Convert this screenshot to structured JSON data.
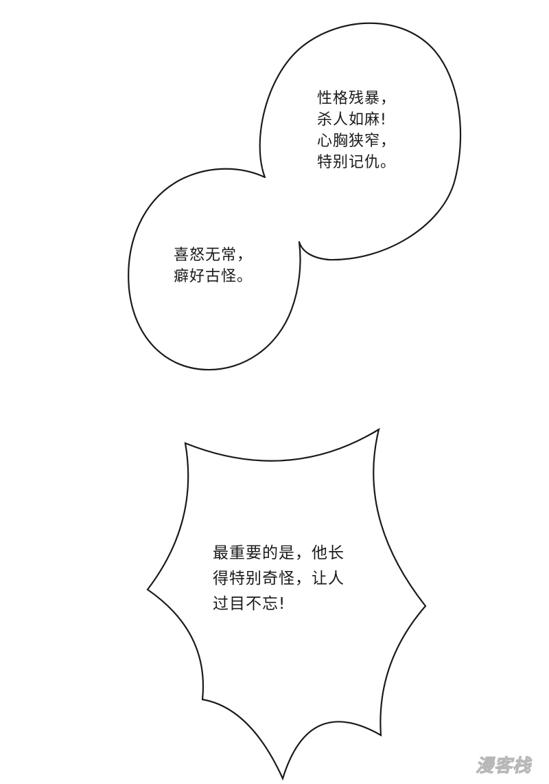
{
  "panel": {
    "background_color": "#ffffff",
    "line_color": "#1a1a1a"
  },
  "bubble_top_right": {
    "lines": [
      "性格残暴，",
      "杀人如麻!",
      "心胸狭窄，",
      "特别记仇。"
    ]
  },
  "bubble_left": {
    "lines": [
      "喜怒无常，",
      "癖好古怪。"
    ]
  },
  "bubble_spiky": {
    "lines": [
      "最重要的是，他长",
      "得特别奇怪，让人",
      "过目不忘!"
    ]
  },
  "watermark": {
    "text": "漫客栈",
    "color": "#cfcfcf"
  }
}
